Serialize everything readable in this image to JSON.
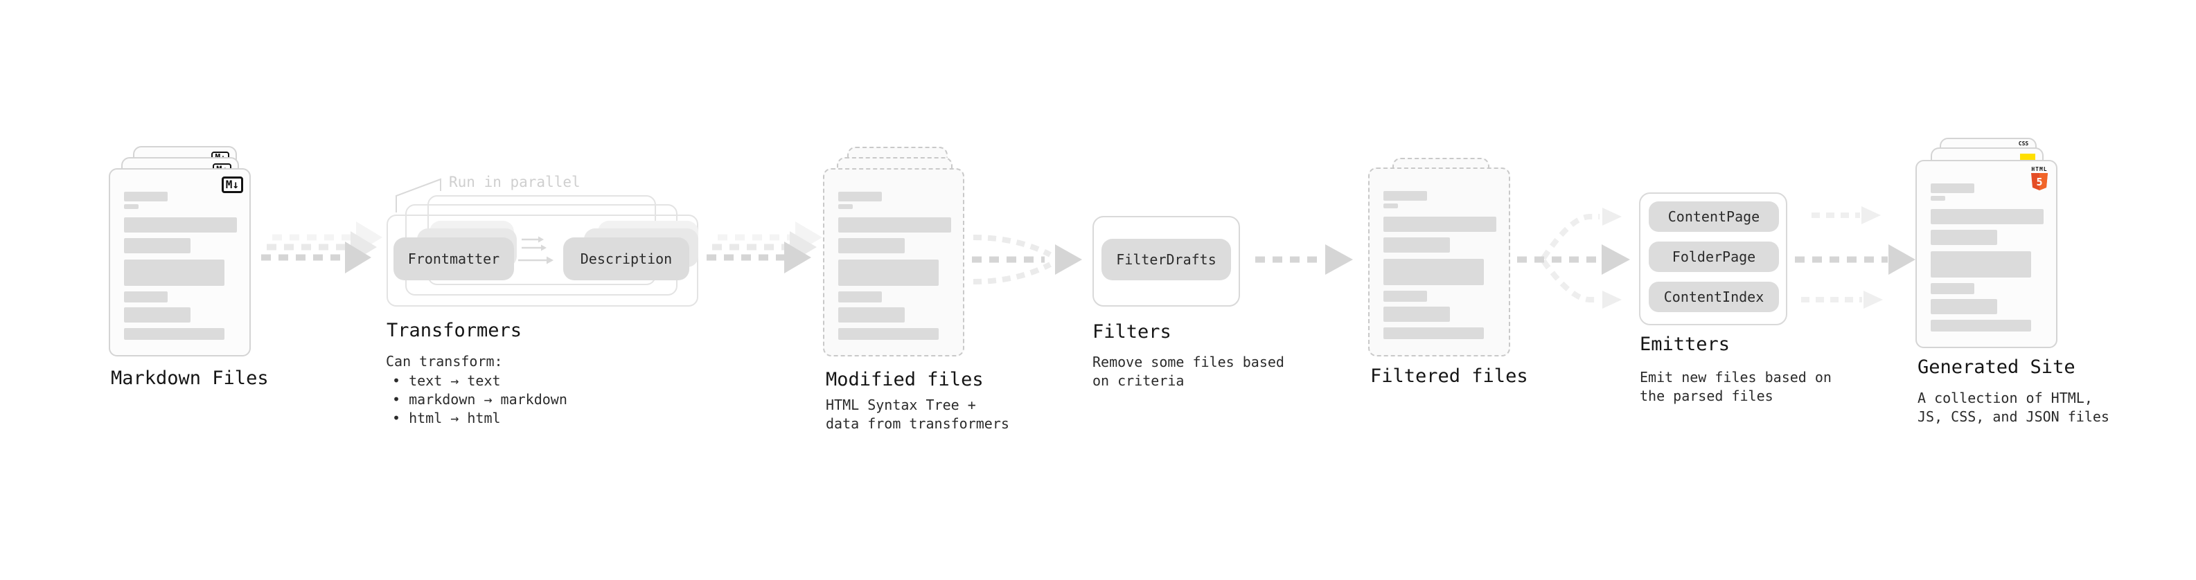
{
  "sections": {
    "markdown_files": {
      "title": "Markdown Files",
      "badge": "M↓"
    },
    "transformers": {
      "title": "Transformers",
      "note": "Run in parallel",
      "pill_left": "Frontmatter",
      "pill_right": "Description",
      "desc_heading": "Can transform:",
      "bullets": [
        "• text → text",
        "• markdown → markdown",
        "• html → html"
      ]
    },
    "modified_files": {
      "title": "Modified files",
      "desc": [
        "HTML Syntax Tree +",
        "data from transformers"
      ]
    },
    "filters": {
      "title": "Filters",
      "pill": "FilterDrafts",
      "desc": [
        "Remove some files based",
        "on criteria"
      ]
    },
    "filtered_files": {
      "title": "Filtered files"
    },
    "emitters": {
      "title": "Emitters",
      "pills": [
        "ContentPage",
        "FolderPage",
        "ContentIndex"
      ],
      "desc": [
        "Emit new files based on",
        "the parsed files"
      ]
    },
    "generated_site": {
      "title": "Generated Site",
      "desc": [
        "A collection of HTML,",
        "JS, CSS, and JSON files"
      ],
      "badges": {
        "html_label": "HTML",
        "html_number": "5",
        "css_label": "CSS"
      }
    }
  },
  "colors": {
    "arrow_main": "#d5d5d5",
    "arrow_mid": "#e9e9e9",
    "arrow_faint": "#f4f4f4",
    "html5_orange": "#e44d26",
    "js_yellow": "#ffdf00",
    "css_blue": "#2d6ae3"
  },
  "doc_bar_pattern": [
    [
      32,
      63,
      14
    ],
    [
      50,
      21,
      7
    ],
    [
      69,
      163,
      22
    ],
    [
      99,
      96,
      22
    ],
    [
      130,
      145,
      38
    ],
    [
      176,
      63,
      16
    ],
    [
      199,
      96,
      22
    ],
    [
      229,
      145,
      17
    ]
  ]
}
